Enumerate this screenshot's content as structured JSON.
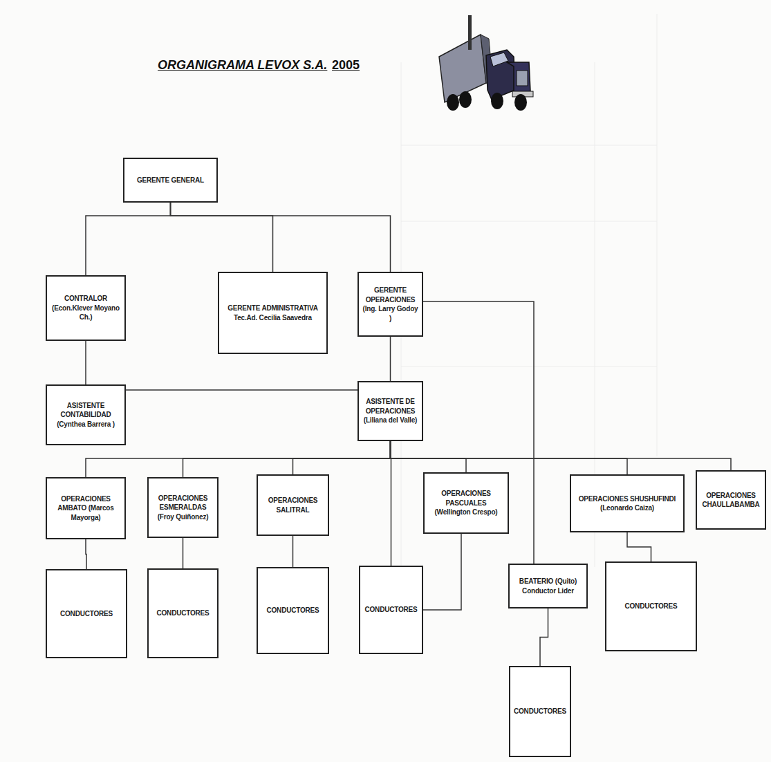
{
  "diagram": {
    "title": "ORGANIGRAMA LEVOX S.A.",
    "nodes": [
      {
        "text": [
          "GERENTE GENERAL"
        ]
      },
      {
        "text": [
          "CONTRALOR",
          "(Econ.Klever Moyano Ch.)"
        ]
      },
      {
        "text": [
          "GERENTE ADMINISTRATIVA",
          "Tec.Ad. Cecilia Saavedra"
        ]
      },
      {
        "text": [
          "GERENTE OPERACIONES",
          "(Ing. Larry Godoy )"
        ]
      },
      {
        "text": [
          "ASISTENTE CONTABILIDAD (Cynthea Barrera )"
        ]
      },
      {
        "text": [
          "ASISTENTE DE OPERACIONES",
          "(Liliana del Valle)"
        ]
      },
      {
        "text": [
          "OPERACIONES AMBATO (Marcos Mayorga)"
        ]
      },
      {
        "text": [
          "OPERACIONES ESMERALDAS",
          "(Froy Quiñonez)"
        ]
      },
      {
        "text": [
          "OPERACIONES SALITRAL"
        ]
      },
      {
        "text": [
          "OPERACIONES PASCUALES (Wellington Crespo)"
        ]
      },
      {
        "text": [
          "OPERACIONES SHUSHUFINDI",
          "(Leonardo Caiza)"
        ]
      },
      {
        "text": [
          "OPERACIONES CHAULLABAMBA"
        ]
      },
      {
        "text": [
          "CONDUCTORES"
        ]
      },
      {
        "text": [
          "CONDUCTORES"
        ]
      },
      {
        "text": [
          "CONDUCTORES"
        ]
      },
      {
        "text": [
          "CONDUCTORES"
        ]
      },
      {
        "text": [
          "BEATERIO (Quito) Conductor Lider"
        ]
      },
      {
        "text": [
          "CONDUCTORES"
        ]
      },
      {
        "text": [
          "CONDUCTORES"
        ]
      }
    ],
    "edges": [
      {
        "from": 0,
        "to": 1,
        "arrow": "none"
      },
      {
        "from": 0,
        "to": 2,
        "arrow": "none"
      },
      {
        "from": 0,
        "to": 3,
        "arrow": "none"
      },
      {
        "from": 1,
        "to": 4,
        "arrow": "none"
      },
      {
        "from": 4,
        "to": 5,
        "arrow": "none"
      },
      {
        "from": 3,
        "to": 5,
        "arrow": "none"
      },
      {
        "from": 5,
        "to": 6,
        "arrow": "none"
      },
      {
        "from": 5,
        "to": 7,
        "arrow": "none"
      },
      {
        "from": 5,
        "to": 8,
        "arrow": "none"
      },
      {
        "from": 5,
        "to": 9,
        "arrow": "none"
      },
      {
        "from": 5,
        "to": 10,
        "arrow": "none"
      },
      {
        "from": 5,
        "to": 11,
        "arrow": "none"
      },
      {
        "from": 5,
        "to": 15,
        "arrow": "none"
      },
      {
        "from": 3,
        "to": 16,
        "arrow": "none"
      },
      {
        "from": 6,
        "to": 12,
        "arrow": "none"
      },
      {
        "from": 7,
        "to": 13,
        "arrow": "none"
      },
      {
        "from": 8,
        "to": 14,
        "arrow": "none"
      },
      {
        "from": 10,
        "to": 17,
        "arrow": "none"
      },
      {
        "from": 9,
        "to": 15,
        "arrow": "none"
      },
      {
        "from": 16,
        "to": 18,
        "arrow": "none"
      }
    ],
    "labels": [
      "2005"
    ]
  }
}
